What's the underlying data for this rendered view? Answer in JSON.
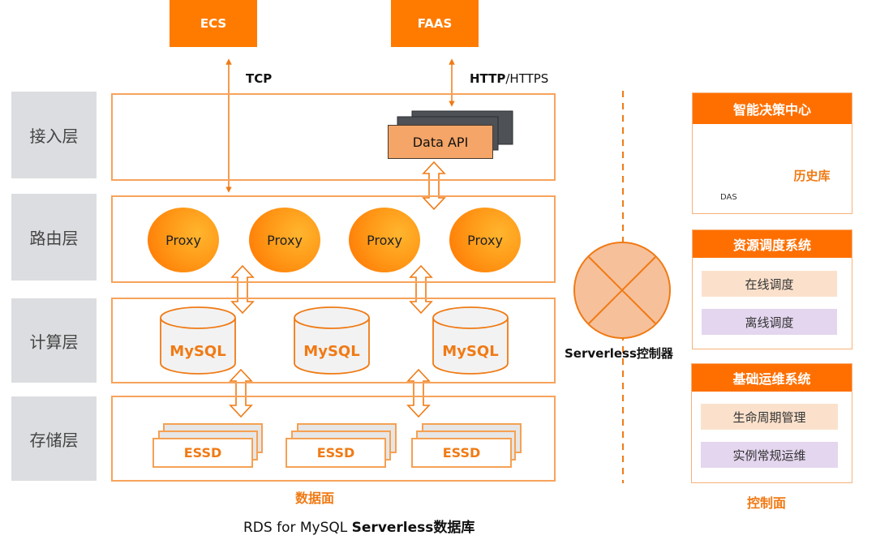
{
  "clients": {
    "ecs": "ECS",
    "faas": "FAAS"
  },
  "protocols": {
    "tcp": "TCP",
    "http_bold": "HTTP",
    "http_rest": "/HTTPS"
  },
  "layers": [
    {
      "label": "接入层"
    },
    {
      "label": "路由层"
    },
    {
      "label": "计算层"
    },
    {
      "label": "存储层"
    }
  ],
  "access": {
    "data_api": "Data API"
  },
  "routing": {
    "proxies": [
      "Proxy",
      "Proxy",
      "Proxy",
      "Proxy"
    ]
  },
  "compute": {
    "nodes": [
      "MySQL",
      "MySQL",
      "MySQL"
    ]
  },
  "storage": {
    "disks": [
      "ESSD",
      "ESSD",
      "ESSD"
    ]
  },
  "data_plane_label": "数据面",
  "controller": {
    "label": "Serverless控制器"
  },
  "control_plane": {
    "label": "控制面",
    "panels": [
      {
        "title": "智能决策中心",
        "das_label": "DAS",
        "history_db": "历史库"
      },
      {
        "title": "资源调度系统",
        "items": [
          "在线调度",
          "离线调度"
        ]
      },
      {
        "title": "基础运维系统",
        "items": [
          "生命周期管理",
          "实例常规运维"
        ]
      }
    ]
  },
  "caption": {
    "prefix": "RDS for MySQL ",
    "bold": "Serverless数据库"
  },
  "colors": {
    "accent": "#ff7b00",
    "layer_border": "#f7a35c",
    "label_bg": "#dcdde0",
    "das_blue": "#2f6fb8",
    "controller_fill": "#f6c09b"
  }
}
